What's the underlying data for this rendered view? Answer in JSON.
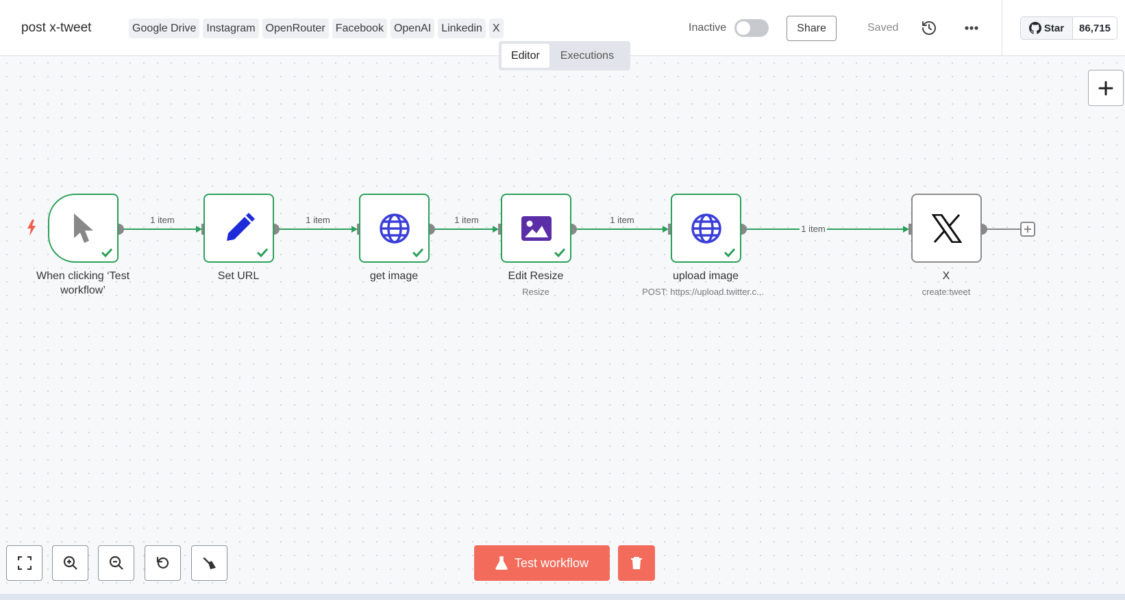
{
  "header": {
    "title": "post x-tweet",
    "tags": [
      "Google Drive",
      "Instagram",
      "OpenRouter",
      "Facebook",
      "OpenAI",
      "Linkedin",
      "X"
    ],
    "status_label": "Inactive",
    "active": false,
    "share_label": "Share",
    "saved_label": "Saved",
    "github": {
      "star_label": "Star",
      "count": "86,715"
    }
  },
  "view_tabs": [
    {
      "label": "Editor",
      "active": true
    },
    {
      "label": "Executions",
      "active": false
    }
  ],
  "nodes": [
    {
      "name": "When clicking ‘Test workflow’",
      "subtitle": "",
      "icon": "cursor-icon",
      "status": "success"
    },
    {
      "name": "Set URL",
      "subtitle": "",
      "icon": "pencil-icon",
      "status": "success"
    },
    {
      "name": "get image",
      "subtitle": "",
      "icon": "globe-icon",
      "status": "success"
    },
    {
      "name": "Edit Resize",
      "subtitle": "Resize",
      "icon": "image-icon",
      "status": "success"
    },
    {
      "name": "upload image",
      "subtitle": "POST: https://upload.twitter.c...",
      "icon": "globe-icon",
      "status": "success"
    },
    {
      "name": "X",
      "subtitle": "create:tweet",
      "icon": "x-logo-icon",
      "status": "idle"
    }
  ],
  "edges": [
    {
      "label": "1 item"
    },
    {
      "label": "1 item"
    },
    {
      "label": "1 item"
    },
    {
      "label": "1 item"
    },
    {
      "label": "1 item"
    }
  ],
  "actions": {
    "test_workflow_label": "Test workflow"
  },
  "colors": {
    "success": "#2aa05a",
    "accent": "#f26b5b",
    "icon_blue": "#3b3fd8",
    "icon_purple": "#5b2da6"
  }
}
